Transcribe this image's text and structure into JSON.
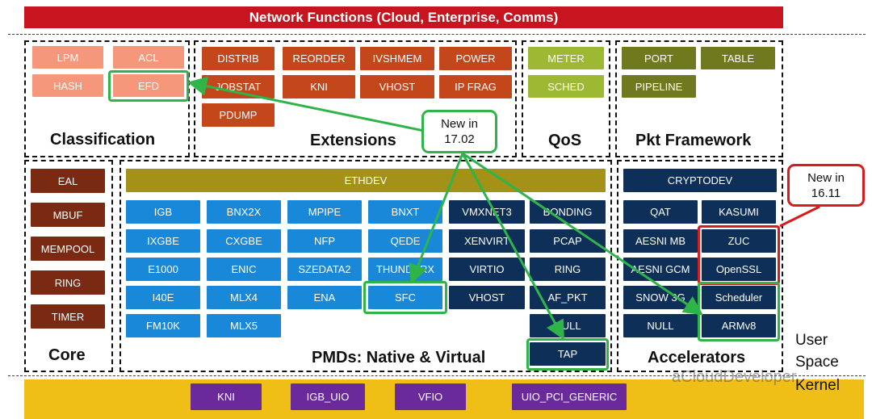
{
  "banner": "Network Functions (Cloud, Enterprise, Comms)",
  "groups": {
    "classification": "Classification",
    "extensions": "Extensions",
    "qos": "QoS",
    "pkt_framework": "Pkt Framework",
    "core": "Core",
    "pmds": "PMDs: Native & Virtual",
    "accelerators": "Accelerators"
  },
  "classification": [
    "LPM",
    "ACL",
    "HASH",
    "EFD"
  ],
  "extensions": [
    "DISTRIB",
    "REORDER",
    "IVSHMEM",
    "POWER",
    "JOBSTAT",
    "KNI",
    "VHOST",
    "IP FRAG",
    "PDUMP"
  ],
  "qos": [
    "METER",
    "SCHED"
  ],
  "pkt_framework": [
    "PORT",
    "TABLE",
    "PIPELINE"
  ],
  "core": [
    "EAL",
    "MBUF",
    "MEMPOOL",
    "RING",
    "TIMER"
  ],
  "pmds": {
    "ethdev": "ETHDEV",
    "col1": [
      "IGB",
      "IXGBE",
      "E1000",
      "I40E",
      "FM10K"
    ],
    "col2": [
      "BNX2X",
      "CXGBE",
      "ENIC",
      "MLX4",
      "MLX5"
    ],
    "col3": [
      "MPIPE",
      "NFP",
      "SZEDATA2",
      "ENA"
    ],
    "col4": [
      "BNXT",
      "QEDE",
      "THUNDERX",
      "SFC"
    ],
    "col5": [
      "VMXNET3",
      "XENVIRT",
      "VIRTIO",
      "VHOST"
    ],
    "col6": [
      "BONDING",
      "PCAP",
      "RING",
      "AF_PKT",
      "NULL",
      "TAP"
    ]
  },
  "accelerators": {
    "cryptodev": "CRYPTODEV",
    "col1": [
      "QAT",
      "AESNI MB",
      "AESNI GCM",
      "SNOW 3G",
      "NULL"
    ],
    "col2": [
      "KASUMI",
      "ZUC",
      "OpenSSL",
      "Scheduler",
      "ARMv8"
    ]
  },
  "callouts": {
    "new_1702": [
      "New in",
      "17.02"
    ],
    "new_1611": [
      "New in",
      "16.11"
    ]
  },
  "kernel_modules": [
    "KNI",
    "IGB_UIO",
    "VFIO",
    "UIO_PCI_GENERIC"
  ],
  "side_labels": [
    "User",
    "Space",
    "Kernel"
  ],
  "watermark": "aCloudDeveloper",
  "colors": {
    "banner": "#c8141e",
    "highlight_green": "#2fb44a",
    "highlight_red": "#d61c1c",
    "kernel_bar": "#efbf17"
  }
}
